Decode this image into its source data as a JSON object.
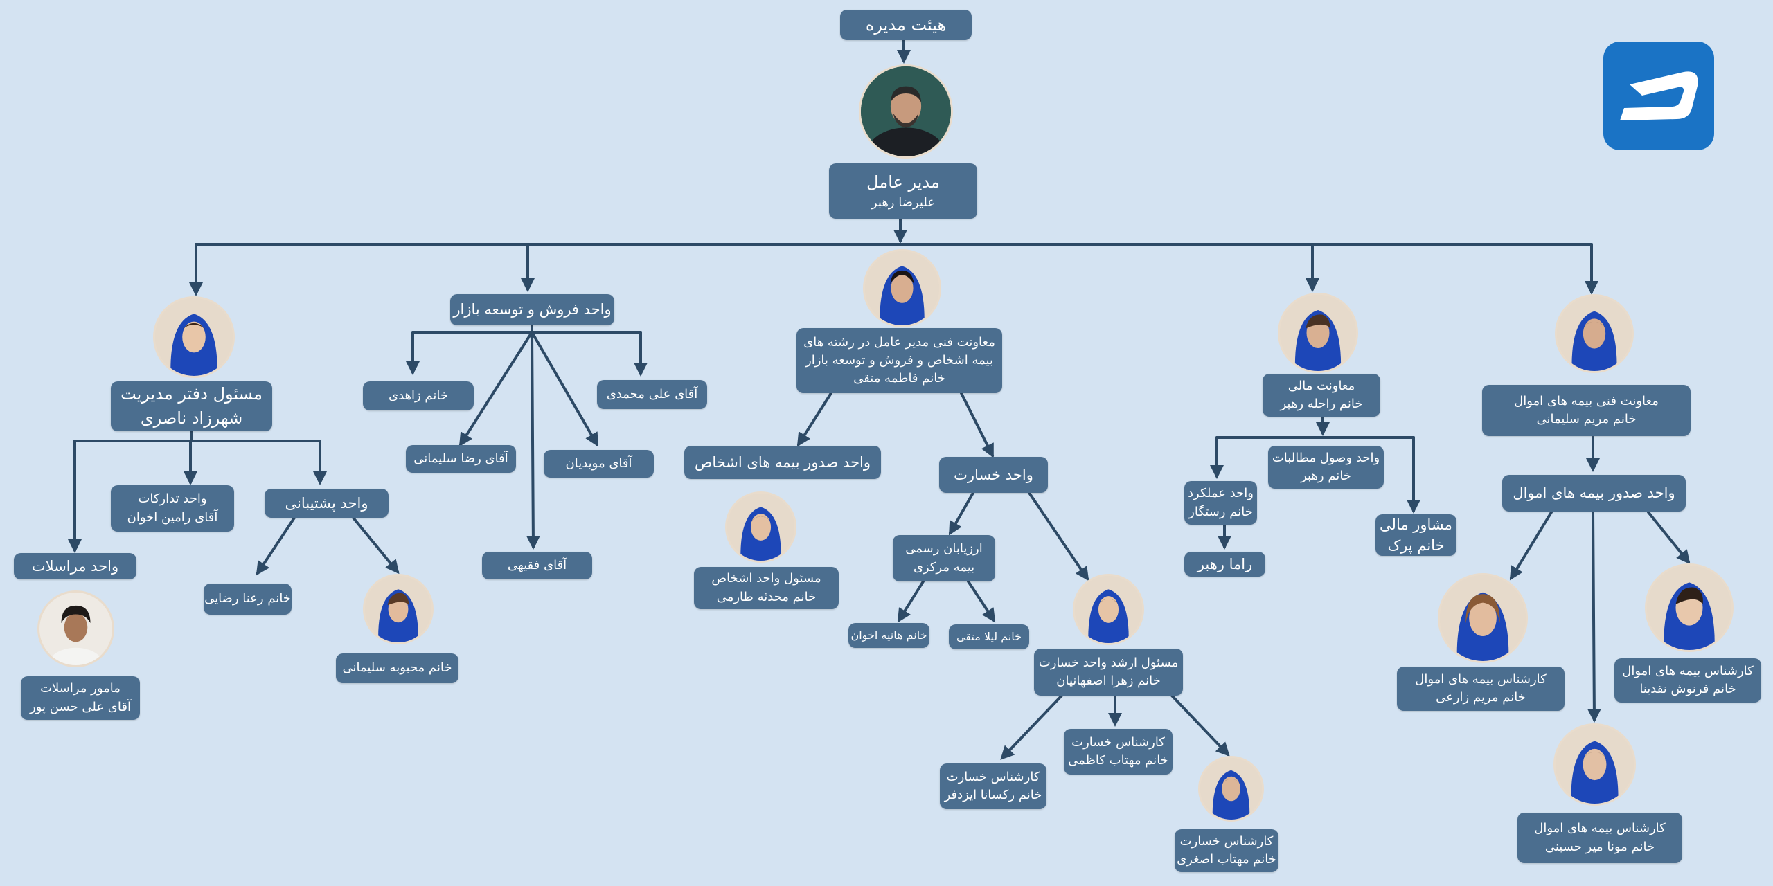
{
  "colors": {
    "background": "#d4e3f2",
    "box": "#4b6e8f",
    "line": "#2d4a66",
    "headscarf": "#1d47b8",
    "logo": "#1a73c5"
  },
  "icons": {
    "logo": "company-logo-icon",
    "photo": "person-photo-icon"
  },
  "nodes": {
    "board": {
      "l1": "هیئت مدیره"
    },
    "ceo": {
      "l1": "مدیر عامل",
      "l2": "علیرضا رهبر"
    },
    "office_head": {
      "l1": "مسئول دفتر مدیریت",
      "l2": "شهرزاد ناصری"
    },
    "correspondence_unit": {
      "l1": "واحد مراسلات"
    },
    "correspondence_officer": {
      "l1": "مامور مراسلات",
      "l2": "آقای علی حسن پور"
    },
    "procurement": {
      "l1": "واحد تدارکات",
      "l2": "آقای رامین اخوان"
    },
    "support": {
      "l1": "واحد پشتیبانی"
    },
    "support_rezaei": {
      "l1": "خانم رعنا رضایی"
    },
    "support_soleimani": {
      "l1": "خانم محبوبه سلیمانی"
    },
    "sales": {
      "l1": "واحد فروش و توسعه بازار"
    },
    "sales_zahedi": {
      "l1": "خانم زاهدی"
    },
    "sales_mohammadi": {
      "l1": "آقای علی محمدی"
    },
    "sales_soleimani": {
      "l1": "آقای  رضا سلیمانی"
    },
    "sales_moayedian": {
      "l1": "آقای  مویدیان"
    },
    "sales_faghihi": {
      "l1": "آقای  فقیهی"
    },
    "tech_deputy_persons": {
      "l1": "معاونت فنی مدیر عامل در رشته های",
      "l2": "بیمه اشخاص و فروش و توسعه بازار",
      "l3": "خانم فاطمه متقی"
    },
    "persons_issuance": {
      "l1": "واحد صدور بیمه های  اشخاص"
    },
    "persons_head": {
      "l1": "مسئول واحد اشخاص",
      "l2": "خانم محدثه طارمی"
    },
    "claims": {
      "l1": "واحد خسارت"
    },
    "assessors": {
      "l1": "ارزیابان رسمی",
      "l2": "بیمه  مرکزی"
    },
    "assessor_akhavan": {
      "l1": "خانم هانیه اخوان"
    },
    "assessor_mottaghi": {
      "l1": "خانم لیلا متقی"
    },
    "claims_senior": {
      "l1": "مسئول ارشد واحد خسارت",
      "l2": "خانم زهرا اصفهانیان"
    },
    "claims_izadfar": {
      "l1": "کارشناس خسارت",
      "l2": "خانم رکسانا ایزدفر"
    },
    "claims_kazemi": {
      "l1": "کارشناس خسارت",
      "l2": "خانم مهتاب کاظمی"
    },
    "claims_asghari": {
      "l1": "کارشناس خسارت",
      "l2": "خانم مهتاب اصغری"
    },
    "finance_deputy": {
      "l1": "معاونت مالی",
      "l2": "خانم راحله رهبر"
    },
    "performance": {
      "l1": "واحد عملکرد",
      "l2": "خانم رستگار"
    },
    "rama": {
      "l1": "راما رهبر"
    },
    "receivables": {
      "l1": "واحد وصول مطالبات",
      "l2": "خانم رهبر"
    },
    "finance_advisor": {
      "l1": "مشاور مالی",
      "l2": "خانم پرک"
    },
    "property_deputy": {
      "l1": "معاونت فنی بیمه های اموال",
      "l2": "خانم مریم سلیمانی"
    },
    "property_issuance": {
      "l1": "واحد صدور بیمه های  اموال"
    },
    "property_zarei": {
      "l1": "کارشناس بیمه های اموال",
      "l2": "خانم مریم زارعی"
    },
    "property_naghdina": {
      "l1": "کارشناس بیمه های اموال",
      "l2": "خانم فرنوش نقدینا"
    },
    "property_mirhosseini": {
      "l1": "کارشناس بیمه های اموال",
      "l2": "خانم مونا میر حسینی"
    }
  }
}
